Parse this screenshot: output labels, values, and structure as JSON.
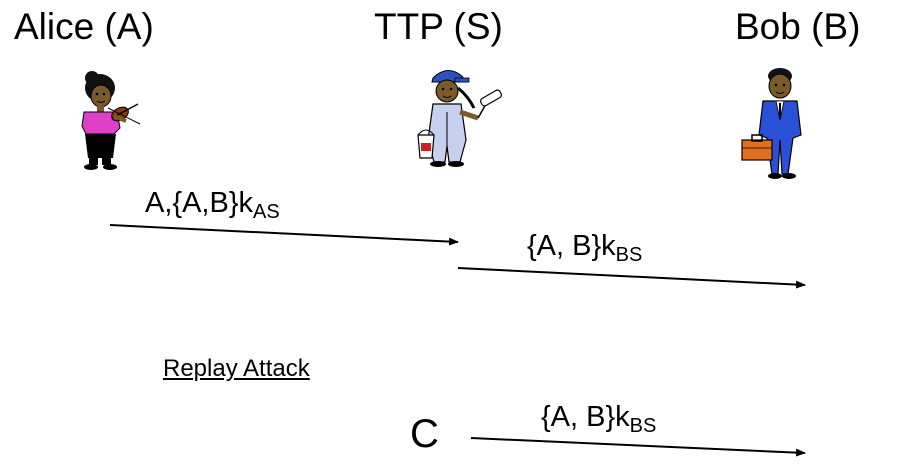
{
  "parties": {
    "alice": "Alice (A)",
    "ttp": "TTP (S)",
    "bob": "Bob (B)"
  },
  "messages": {
    "m1": {
      "text": "A,{A,B}k",
      "sub": "AS"
    },
    "m2": {
      "text": "{A, B}k",
      "sub": "BS"
    },
    "m3": {
      "text": "{A, B}k",
      "sub": "BS"
    }
  },
  "attack": {
    "title": "Replay Attack",
    "attacker": "C"
  },
  "colors": {
    "line": "#000000",
    "alice_shirt": "#e040c8",
    "ttp_overalls": "#c8d0f0",
    "ttp_cap": "#3050c0",
    "bob_suit": "#2a50d8",
    "briefcase": "#e07020",
    "skin": "#7a5a2a"
  },
  "icons": {
    "alice": "woman-with-violin-icon",
    "ttp": "painter-with-roller-icon",
    "bob": "businessman-with-briefcase-icon"
  }
}
